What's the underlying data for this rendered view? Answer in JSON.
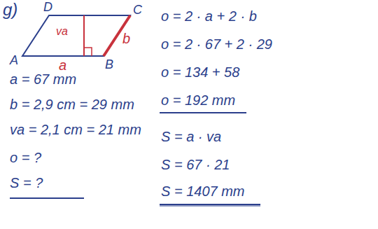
{
  "diagram": {
    "labels": [
      "g)",
      "D",
      "C",
      "A",
      "a",
      "B",
      "va",
      "b",
      "a = 67 mm",
      "b = 2,9 cm = 29 mm",
      "va = 2,1 cm = 21 mm",
      "o = ?",
      "S = ?",
      "o = 2 · a + 2 · b",
      "o = 2 · 67 + 2 · 29",
      "o = 134 + 58",
      "o = 192 mm",
      "S = a · va",
      "S = 67 · 21",
      "S = 1407 mm"
    ]
  }
}
